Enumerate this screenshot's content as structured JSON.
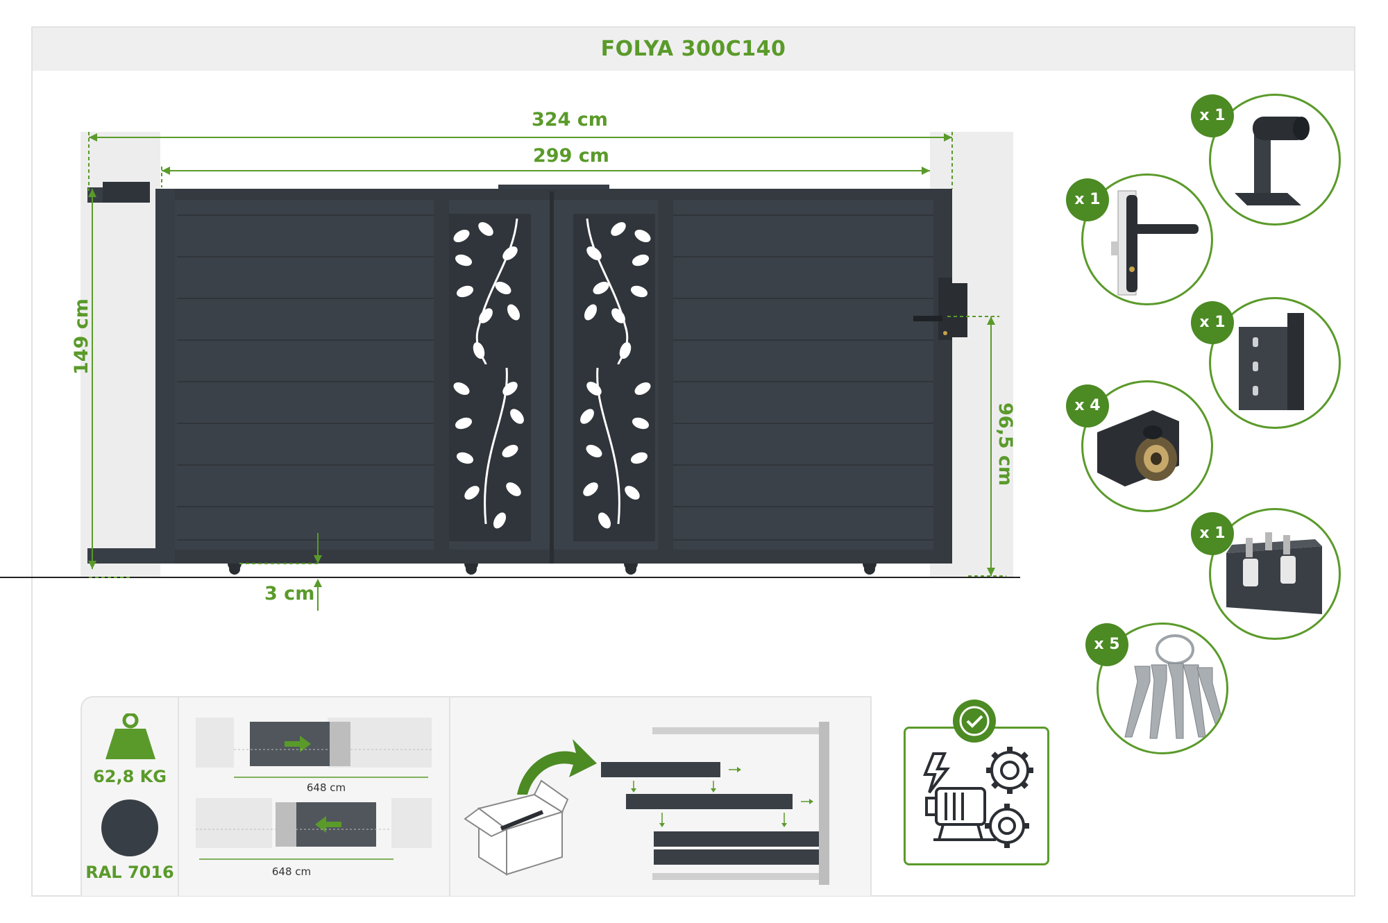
{
  "header": {
    "title": "FOLYA 300C140"
  },
  "dimensions": {
    "total_width": "324 cm",
    "passage_width": "299 cm",
    "height": "149 cm",
    "handle_height": "96,5 cm",
    "ground_clearance": "3 cm"
  },
  "accessories": [
    {
      "qty": "x 1",
      "icon": "guide-roller-icon"
    },
    {
      "qty": "x 1",
      "icon": "lock-handle-icon"
    },
    {
      "qty": "x 1",
      "icon": "stop-bracket-icon"
    },
    {
      "qty": "x 4",
      "icon": "wheel-icon"
    },
    {
      "qty": "x 1",
      "icon": "top-guide-icon"
    },
    {
      "qty": "x 5",
      "icon": "keys-icon"
    }
  ],
  "info": {
    "weight": "62,8 KG",
    "color_name": "RAL 7016",
    "color_hex": "#383e45",
    "opening_length_1": "648 cm",
    "opening_length_2": "648 cm"
  },
  "colors": {
    "accent": "#5a9a2a",
    "gate": "#383e45",
    "badge": "#4c8a24"
  }
}
